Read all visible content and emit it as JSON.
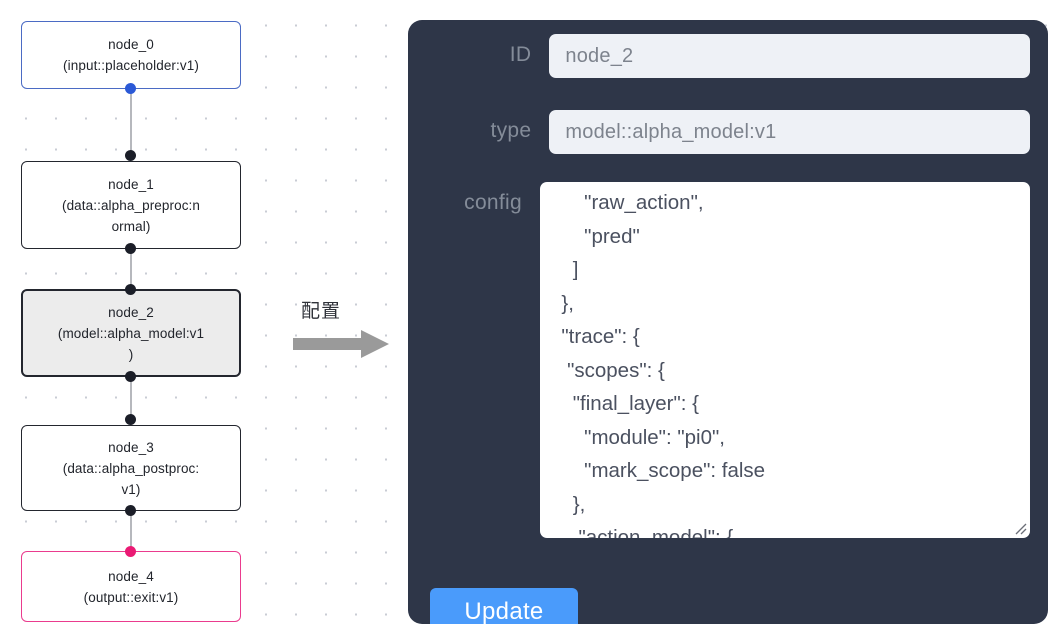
{
  "graph": {
    "nodes": [
      {
        "id": "node_0",
        "label": "node_0\n(input::placeholder:v1)",
        "kind": "input",
        "selected": false
      },
      {
        "id": "node_1",
        "label": "node_1\n(data::alpha_preproc:n\normal)",
        "kind": "default",
        "selected": false
      },
      {
        "id": "node_2",
        "label": "node_2\n(model::alpha_model:v1\n)",
        "kind": "default",
        "selected": true
      },
      {
        "id": "node_3",
        "label": "node_3\n(data::alpha_postproc:\nv1)",
        "kind": "default",
        "selected": false
      },
      {
        "id": "node_4",
        "label": "node_4\n(output::exit:v1)",
        "kind": "output",
        "selected": false
      }
    ],
    "colors": {
      "input_border": "#4b6bc4",
      "output_border": "#ea3b8e",
      "default_border": "#23262e",
      "selected_fill": "#ececec",
      "edge": "#b6b8bd",
      "port": "#1b1e28",
      "port_blue": "#2b59d6",
      "port_pink": "#ea1a74"
    }
  },
  "transition": {
    "label": "配置",
    "arrow_color": "#9a9a9a"
  },
  "panel": {
    "background": "#2e3648",
    "fields": {
      "id": {
        "label": "ID",
        "value": "node_2"
      },
      "type": {
        "label": "type",
        "value": "model::alpha_model:v1"
      },
      "config": {
        "label": "config",
        "value": "      \"raw_action\",\n      \"pred\"\n    ]\n  },\n  \"trace\": {\n   \"scopes\": {\n    \"final_layer\": {\n      \"module\": \"pi0\",\n      \"mark_scope\": false\n    },\n     \"action_model\": {"
      }
    },
    "update_button": {
      "label": "Update",
      "color": "#4a9bfb"
    }
  }
}
